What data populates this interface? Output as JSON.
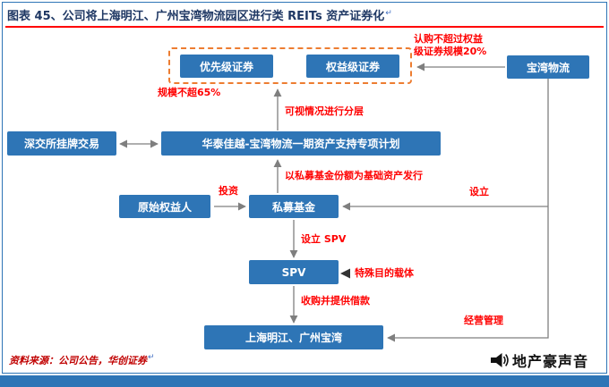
{
  "colors": {
    "box_blue": "#2E75B6",
    "dashed_orange": "#ED7D31",
    "annotation_red": "#FF0000",
    "source_red": "#C00000",
    "title_navy": "#1F3864",
    "border_blue": "#2E75B6",
    "bottom_bar_blue": "#2E75B6",
    "arrow_gray": "#7F7F7F"
  },
  "figure": {
    "title": "图表 45、公司将上海明江、广州宝湾物流园区进行类 REITs 资产证券化",
    "return_mark": "↵",
    "source": "资料来源：公司公告，华创证券"
  },
  "boxes": {
    "senior": "优先级证券",
    "equity": "权益级证券",
    "baowan": "宝湾物流",
    "listing": "深交所挂牌交易",
    "plan": "华泰佳越-宝湾物流一期资产支持专项计划",
    "original_holder": "原始权益人",
    "private_fund": "私募基金",
    "spv": "SPV",
    "projects": "上海明江、广州宝湾"
  },
  "annotations": {
    "subscribe_cap_line1": "认购不超过权益",
    "subscribe_cap_line2": "级证券规模20%",
    "senior_cap": "规模不超65%",
    "layering": "可视情况进行分层",
    "underlying": "以私募基金份额为基础资产发行",
    "invest": "投资",
    "establish": "设立",
    "setup_spv": "设立 SPV",
    "spv_note": "特殊目的载体",
    "acquire_loan": "收购并提供借款",
    "operate": "经营管理"
  },
  "watermark": {
    "name": "地产豪声音"
  }
}
